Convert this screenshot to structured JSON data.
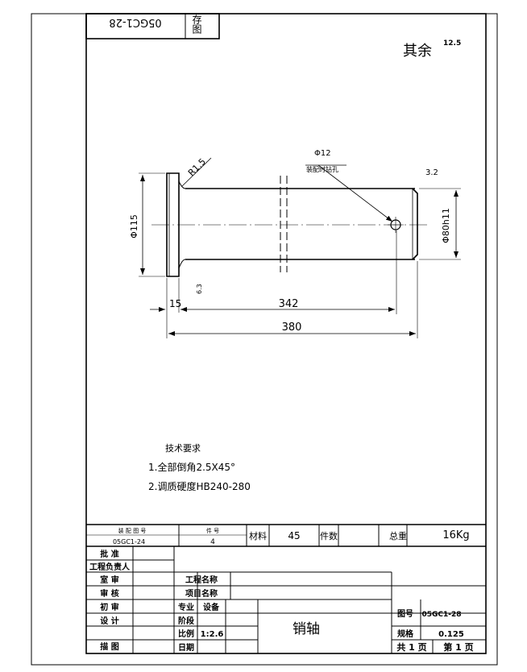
{
  "stamp": {
    "number": "05GC1-28",
    "label": "存图"
  },
  "roughness": {
    "label": "其余",
    "value": "12.5"
  },
  "drawing": {
    "hole_dia": "Φ12",
    "hole_note": "装配时钻孔",
    "roughness_right": "3.2",
    "dia_left": "Φ115",
    "dia_right": "Φ80h11",
    "radius": "R1.5",
    "roughness_bottom": "6.3",
    "dim_15": "15",
    "dim_342": "342",
    "dim_380": "380"
  },
  "tech": {
    "title": "技术要求",
    "items": [
      "1.全部倒角2.5X45°",
      "2.调质硬度HB240-280"
    ]
  },
  "table": {
    "ref_label": "装 配 图 号",
    "ref_value": "05GC1-24",
    "part_label": "件 号",
    "part_value": "4",
    "material_label": "材料",
    "material_value": "45",
    "qty_label": "件数",
    "qty_value": "",
    "weight_label": "总重",
    "weight_value": "16Kg",
    "roles": [
      "批 准",
      "工程负责人",
      "室 审",
      "审 核",
      "初 审",
      "设 计",
      "描 图"
    ],
    "project_label": "工程名称",
    "item_label": "项目名称",
    "specialty_label": "专业",
    "specialty_value": "设备",
    "stage_label": "阶段",
    "scale_label": "比例",
    "scale_value": "1:2.6",
    "date_label": "日期",
    "part_name": "销轴",
    "drawing_no_label": "图号",
    "drawing_no_value": "05GC1-28",
    "spec_label": "规格",
    "spec_value": "0.125",
    "sheet_text": "共 1 页",
    "page_text": "第 1 页"
  }
}
